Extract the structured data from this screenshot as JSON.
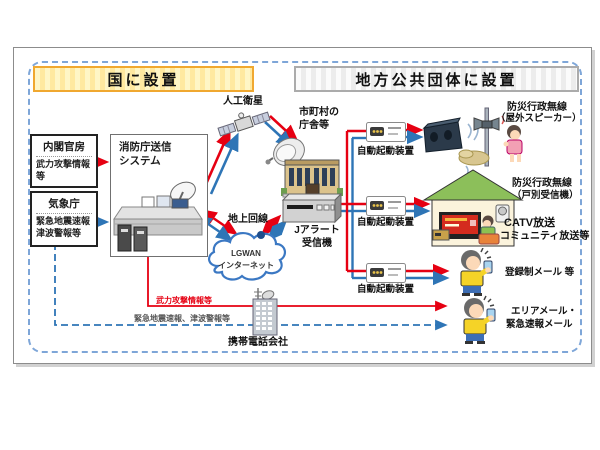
{
  "palette": {
    "red": "#E60012",
    "blue": "#2E75B6",
    "zone_border": "#7EA6D8",
    "banner_national_border": "#F0A830",
    "cloud_outline": "#3B78C3"
  },
  "banners": {
    "national": "国に設置",
    "local": "地方公共団体に設置"
  },
  "sources": {
    "cabinet": {
      "title": "内閣官房",
      "body": "武力攻撃情報等"
    },
    "jma": {
      "title": "気象庁",
      "body_line1": "緊急地震速報",
      "body_line2": "津波警報等"
    }
  },
  "fdma": {
    "line1": "消防庁送信",
    "line2": "システム"
  },
  "satellite": {
    "label": "人工衛星"
  },
  "municipal": {
    "line1": "市町村の",
    "line2": "庁舎等"
  },
  "receiver": {
    "line1": "Jアラート",
    "line2": "受信機"
  },
  "ground_line": {
    "label": "地上回線"
  },
  "cloud": {
    "line1": "LGWAN",
    "line2": "インターネット"
  },
  "activators": {
    "a1": "自動起動装置",
    "a2": "自動起動装置",
    "a3": "自動起動装置"
  },
  "outputs": {
    "outdoor_line1": "防災行政無線",
    "outdoor_line2": "（屋外スピーカー）",
    "indoor_line1": "防災行政無線",
    "indoor_line2": "（戸別受信機）",
    "catv_line1": "CATV放送",
    "catv_line2": "コミュニティ放送等",
    "regmail": "登録制メール 等",
    "areamail_line1": "エリアメール・",
    "areamail_line2": "緊急速報メール"
  },
  "flows": {
    "attack": "武力攻撃情報等",
    "earthquake": "緊急地震速報、津波警報等"
  },
  "carrier": {
    "label": "携帯電話会社"
  }
}
